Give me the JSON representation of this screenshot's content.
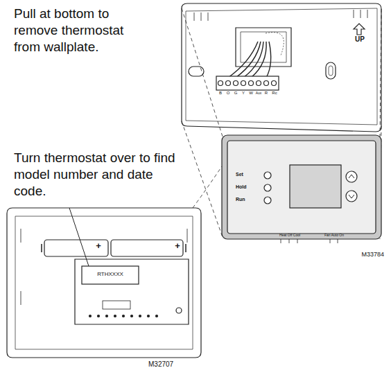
{
  "diagram": {
    "labels": [
      "Pull at bottom to remove thermostat from wallplate.",
      "Turn thermostat over to find model number and date code.",
      "UP",
      "B",
      "O",
      "G",
      "Y",
      "W",
      "Aux",
      "R",
      "Rc",
      "Set",
      "Hold",
      "Run",
      "Heat Off Cool",
      "Fan Auto On",
      "M33784",
      "+",
      "+",
      "RTHXXXX",
      "M32707"
    ]
  }
}
